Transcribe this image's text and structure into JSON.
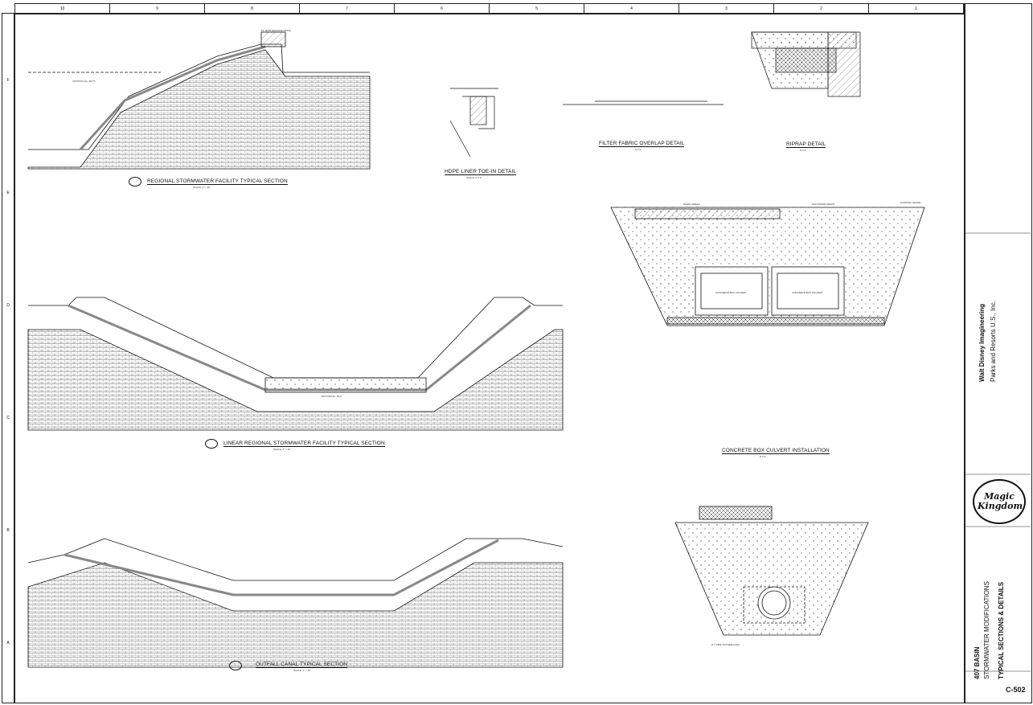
{
  "top_ruler": [
    "10",
    "9",
    "8",
    "7",
    "6",
    "5",
    "4",
    "3",
    "2",
    "1"
  ],
  "side_ruler": [
    "F",
    "E",
    "D",
    "C",
    "B",
    "A"
  ],
  "titles": {
    "regional": "REGIONAL STORMWATER FACILITY TYPICAL SECTION",
    "linear": "LINEAR REGIONAL STORMWATER FACILITY TYPICAL SECTION",
    "outfall": "OUTFALL CANAL TYPICAL SECTION",
    "hdpe": "HDPE LINER TOE-IN DETAIL",
    "filter": "FILTER FABRIC OVERLAP DETAIL",
    "riprap": "RIPRAP DETAIL",
    "culvert": "CONCRETE BOX CULVERT INSTALLATION"
  },
  "scales": {
    "regional": "SCALE: 1\" = 10'",
    "linear": "SCALE: 1\" = 10'",
    "outfall": "SCALE: 1\" = 10'",
    "hdpe": "SCALE: N.T.S.",
    "filter": "N.T.S.",
    "riprap": "N.T.S.",
    "culvert": "N.T.S."
  },
  "labels": {
    "box_culvert_1": "CONCRETE BOX CULVERT",
    "box_culvert_2": "CONCRETE BOX CULVERT",
    "existing_grade": "EXISTING GRADE",
    "paved_areas": "PAVED AREAS",
    "non_paved_areas": "NON PAVED AREAS",
    "control_el": "CONTROL EL. 96.75",
    "maintenance_drive": "15' MAINTENANCE DRIVE",
    "bottom_el": "BOTTOM EL. 86.5",
    "pipe": "D = PIPE OUTSIDE DIAM."
  },
  "title_block": {
    "company": "Walt Disney Imagineering",
    "division": "Parks and Resorts U.S., Inc.",
    "project": "407 BASIN",
    "project_sub": "STORMWATER MODIFICATIONS",
    "sheet_title": "TYPICAL SECTIONS & DETAILS",
    "sheet_no": "C-502",
    "logo": "Magic Kingdom"
  },
  "colors": {
    "ink": "#111111",
    "hatch": "#555555",
    "fill": "#d9d9d9"
  }
}
